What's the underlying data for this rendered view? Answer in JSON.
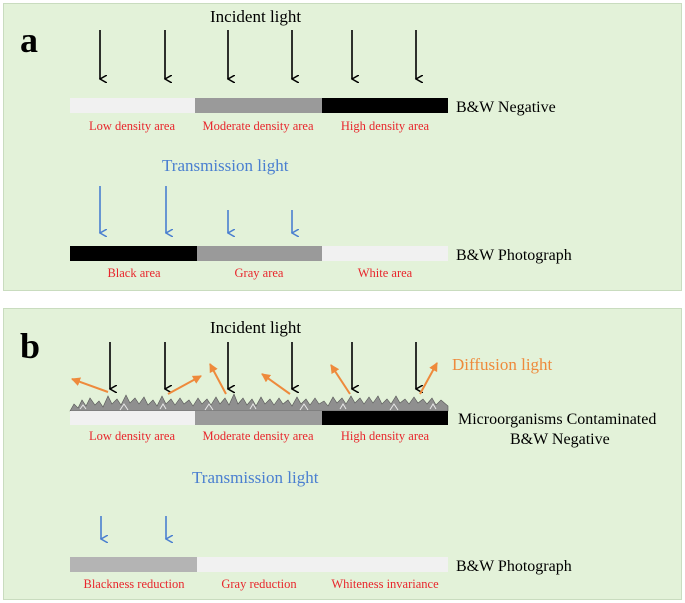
{
  "panel_a": {
    "label": "a",
    "incident_title": "Incident light",
    "negative_label": "B&W  Negative",
    "negative_areas": [
      "Low density area",
      "Moderate density area",
      "High density area"
    ],
    "transmission_title": "Transmission light",
    "photo_label": "B&W Photograph",
    "photo_areas": [
      "Black area",
      "Gray area",
      "White area"
    ]
  },
  "panel_b": {
    "label": "b",
    "incident_title": "Incident light",
    "diffusion_title": "Diffusion light",
    "negative_label_line1": "Microorganisms Contaminated",
    "negative_label_line2": "B&W  Negative",
    "negative_areas": [
      "Low density area",
      "Moderate density area",
      "High density area"
    ],
    "transmission_title": "Transmission light",
    "photo_label": "B&W Photograph",
    "photo_areas": [
      "Blackness reduction",
      "Gray reduction",
      "Whiteness invariance"
    ]
  },
  "colors": {
    "background": "#e3f2d9",
    "label_red": "#e8262c",
    "transmission_blue": "#4a7fd0",
    "diffusion_orange": "#ee8a3c",
    "black_arrow": "#000000",
    "low_density": "#f1f1f1",
    "moderate_density": "#9a9a9a",
    "high_density": "#000000",
    "reduced_black": "#b4b4b4"
  }
}
